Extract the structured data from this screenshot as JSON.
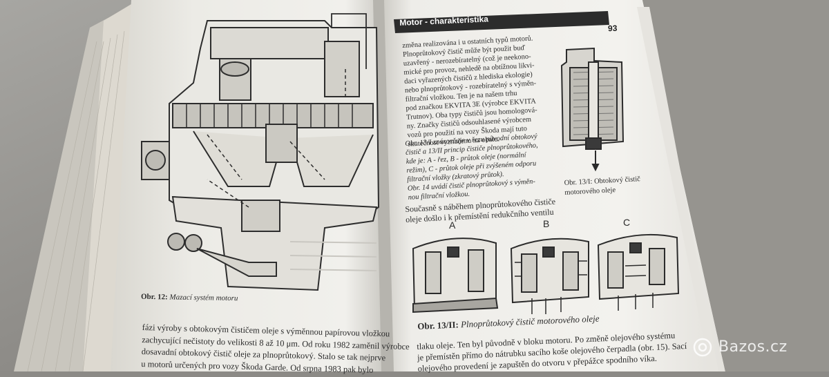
{
  "photo": {
    "subject": "open technical book",
    "colors": {
      "background": "#8c8a86",
      "page": "#f4f3ef",
      "ink": "#2a2a2a",
      "shadow": "#b9b7b1"
    }
  },
  "right_page": {
    "header": "Motor - charakteristika",
    "page_number": "93",
    "column_lines": [
      "změna realizována i u ostatních typů motorů.",
      "Plnoprůtokový čistič může být použit buď",
      "uzavřený - nerozebíratelný (což je neekono-",
      "mické pro provoz, nehledě na obtížnou likvi-",
      "daci vyřazených čističů z hlediska ekologie)",
      "nebo plnoprůtokový - rozebíratelný s výměn-",
      "filtrační vložkou. Ten je na našem trhu",
      "pod značkou EKVITA 3E (výrobce EKVITA",
      "Trutnov). Oba typy čističů jsou homologová-",
      "ny. Značky čističů odsouhlasené výrobcem",
      "vozů pro použití na vozy Škoda mají tuto",
      "skutečnost vyznačenu na obalu."
    ],
    "para2_lines": [
      "Obr. 13/I znázorňuje v řezu původní obtokový",
      "čistič a 13/II princip čističe plnoprůtokového,",
      "kde je: A - řez, B - průtok oleje (normální",
      "režim), C - průtok oleje při zvýšeném odporu",
      "filtrační vložky (zkratový průtok).",
      "Obr. 14 uvádí čistič plnoprůtokový s výměn-",
      "nou filtrační vložkou."
    ],
    "para3_lines": [
      "Současně s náběhem plnoprůtokového čističe",
      "oleje došlo i k přemístění redukčního ventilu"
    ],
    "fig13i_caption_lines": [
      "Obr. 13/I: Obtokový čistič",
      "motorového oleje"
    ],
    "fig_labels": [
      "A",
      "B",
      "C"
    ],
    "fig13ii_caption_bold": "Obr. 13/II:",
    "fig13ii_caption_text": "Plnoprůtokový čistič motorového oleje",
    "bottom_lines": [
      "tlaku oleje. Ten byl původně v bloku motoru. Po změně olejového systému",
      "je přemístěn přímo do nátrubku sacího koše olejového čerpadla (obr. 15). Sací",
      "olejového provedení je zapuštěn do otvoru v přepážce spodního víka."
    ]
  },
  "left_page": {
    "fig12_caption_bold": "Obr. 12:",
    "fig12_caption_text": "Mazací systém motoru",
    "bottom_lines": [
      "fázi výroby s obtokovým čističem oleje s výměnnou papírovou vložkou",
      "zachycující nečistoty do velikosti 8 až 10 μm. Od roku 1982 zaměnil výrobce",
      "dosavadní obtokový čistič oleje za plnoprůtokový. Stalo se tak nejprve",
      "u motorů určených pro vozy Škoda Garde. Od srpna 1983 pak bylo"
    ]
  },
  "watermark": "Bazos.cz"
}
